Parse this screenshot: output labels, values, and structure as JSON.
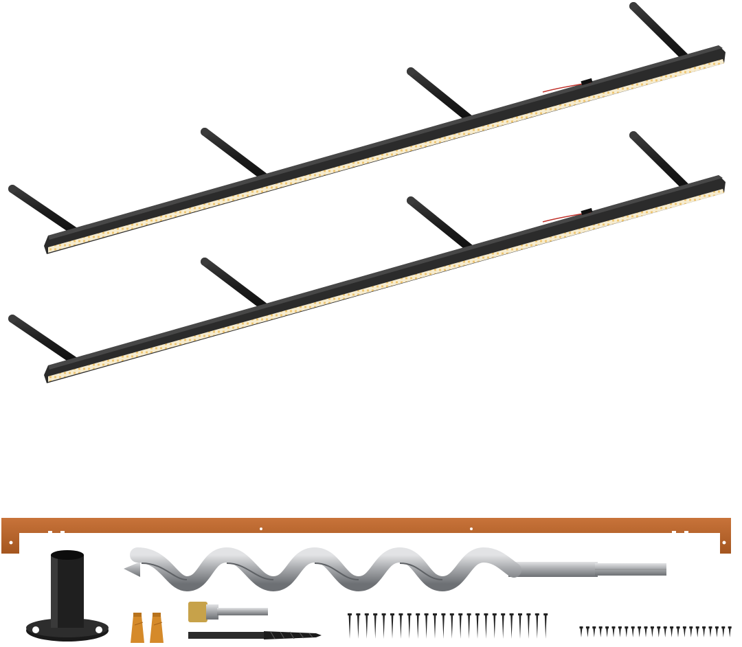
{
  "scene": {
    "background": "#ffffff",
    "colors": {
      "rail": "#2b2b2b",
      "rail_edge": "#4a4a4a",
      "led_strip": "#f4e7c2",
      "led_dot": "#f2cc7a",
      "rod": "#1e1e1e",
      "template": "#b8642c",
      "steel": "#a9abae",
      "steel_dark": "#6d7074",
      "wire_nut": "#d58a2a",
      "screw": "#222222",
      "brass": "#c7a24a"
    },
    "shelves": [
      {
        "name": "floating-led-shelf-upper",
        "rods": 4
      },
      {
        "name": "floating-led-shelf-lower",
        "rods": 4
      }
    ],
    "accessories": [
      "drilling-template",
      "drill-guide",
      "auger-bit",
      "wire-connectors",
      "countersink-bit",
      "twist-drill-bit",
      "long-screws",
      "short-screws"
    ]
  }
}
